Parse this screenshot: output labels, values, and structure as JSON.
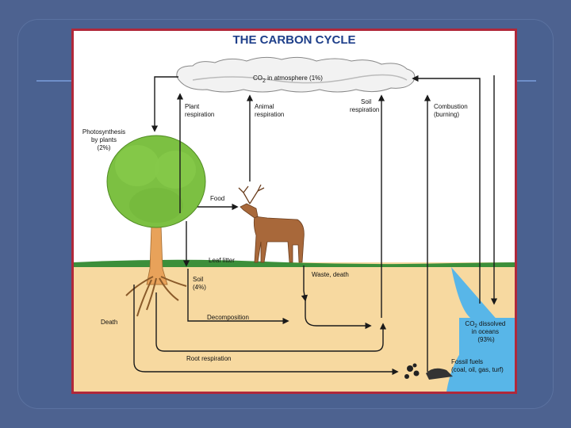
{
  "title": "THE CARBON CYCLE",
  "atmosphere": {
    "prefix": "CO",
    "sub": "2",
    "suffix": " in atmosphere (1%)"
  },
  "labels": {
    "plant_respiration": [
      "Plant",
      "respiration"
    ],
    "animal_respiration": [
      "Animal",
      "respiration"
    ],
    "soil_respiration": [
      "Soil",
      "respiration"
    ],
    "combustion": [
      "Combustion",
      "(burning)"
    ],
    "photosynthesis": [
      "Photosynthesis",
      "by plants",
      "(2%)"
    ],
    "food": "Food",
    "leaf_litter": "Leaf litter",
    "waste_death": "Waste, death",
    "soil": [
      "Soil",
      "(4%)"
    ],
    "death": "Death",
    "decomposition": "Decomposition",
    "root_respiration": "Root respiration",
    "oceans": {
      "line1_prefix": "CO",
      "line1_sub": "2",
      "line1_suffix": " dissolved",
      "line2": "in oceans",
      "line3": "(93%)"
    },
    "fossil_fuels": [
      "Fossil fuels",
      "(coal, oil, gas, turf)"
    ]
  },
  "colors": {
    "slide_bg": "#4d6290",
    "border": "#b0283a",
    "sky": "#ffffff",
    "ground": "#f7d9a0",
    "grass": "#3c8f3a",
    "tree": "#7cc042",
    "trunk": "#e8a25a",
    "water": "#58b6e8",
    "deer": "#a8683a",
    "arrow": "#1a1a1a"
  }
}
